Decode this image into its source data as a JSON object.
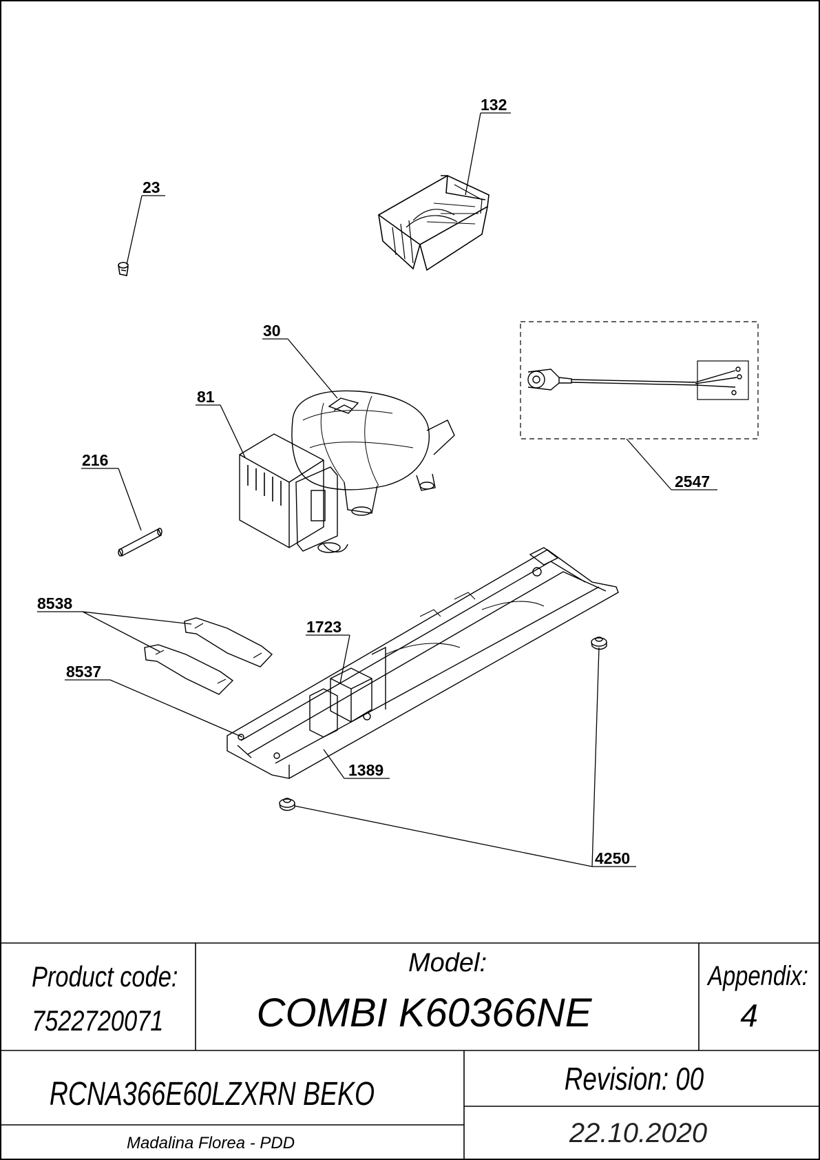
{
  "callouts": {
    "c132": "132",
    "c23": "23",
    "c30": "30",
    "c81": "81",
    "c216": "216",
    "c2547": "2547",
    "c8538": "8538",
    "c1723": "1723",
    "c8537": "8537",
    "c1389": "1389",
    "c4250": "4250"
  },
  "title_block": {
    "product_code_label": "Product code:",
    "product_code": "7522720071",
    "model_label": "Model:",
    "model": "COMBI K60366NE",
    "appendix_label": "Appendix:",
    "appendix": "4",
    "model_name": "RCNA366E60LZXRN BEKO",
    "revision": "Revision: 00",
    "author": "Madalina Florea - PDD",
    "date": "22.10.2020"
  }
}
